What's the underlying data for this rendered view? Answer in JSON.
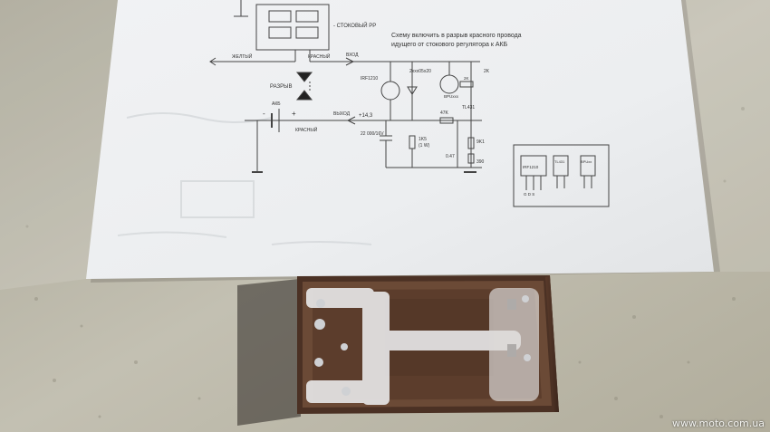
{
  "schematic": {
    "title_line1": "Схему включить в разрыв красного провода",
    "title_line2": "идущего от стокового регулятора к АКБ",
    "regulator_label": "- СТОКОВЫЙ РР",
    "yellow_wire": "ЖЕЛТЫЙ",
    "red_wire_top": "КРАСНЫЙ",
    "red_wire_bottom": "КРАСНЫЙ",
    "break_label": "РАЗРЫВ",
    "input_label": "ВХОД",
    "output_label": "ВЫХОД",
    "voltage": "+14,3",
    "battery": "АКБ",
    "plus": "+",
    "minus": "-",
    "mosfet": "IRF1210",
    "diode": "2xxx05x20",
    "transistor": "BPUxxx",
    "r_2k_top": "2K",
    "r_2k": "2K",
    "r_47k": "47K",
    "tl431": "TL431",
    "capacitor": "22 000/16V",
    "r_1k": "1K5",
    "r_1k_sub": "(1 W)",
    "r_9k1": "9K1",
    "c_047": "0.47",
    "r_390": "390",
    "pinout_mosfet": "IRF1210",
    "pinout_pins": "G  D  S",
    "pinout_tl": "TL431",
    "pinout_bp": "BPUxx"
  },
  "watermark": "www.moto.com.ua"
}
